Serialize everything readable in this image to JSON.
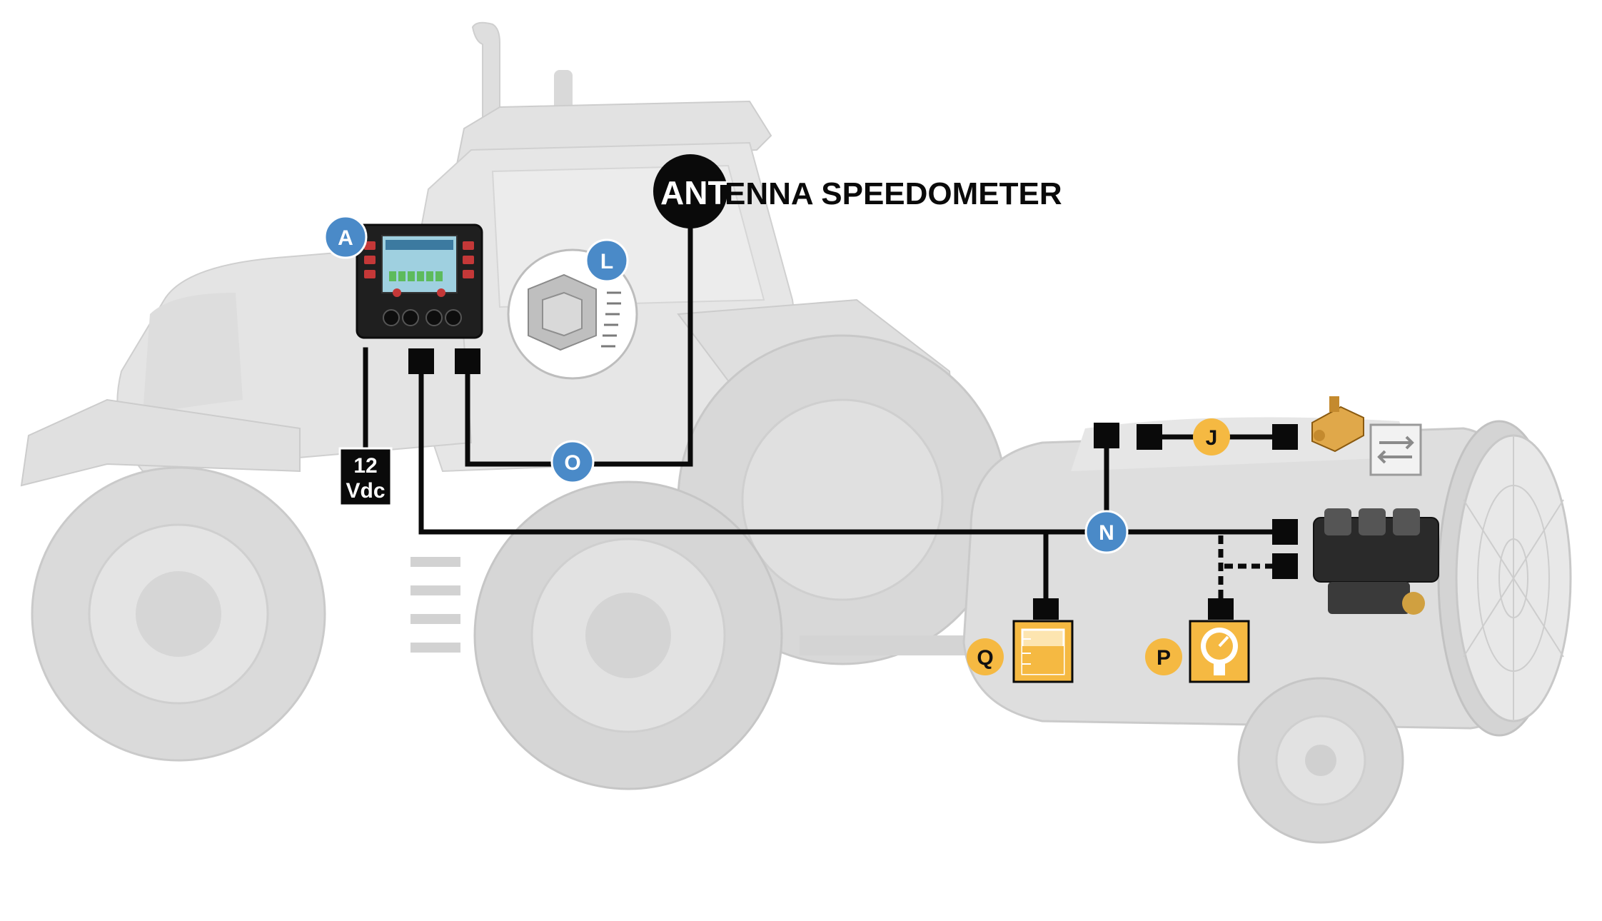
{
  "diagram": {
    "antenna_label_part1": "ANT",
    "antenna_label_part2": "ENNA SPEEDOMETER",
    "power_line1": "12",
    "power_line2": "Vdc",
    "badges": {
      "A": "A",
      "L": "L",
      "O": "O",
      "N": "N",
      "J": "J",
      "Q": "Q",
      "P": "P"
    }
  },
  "colors": {
    "blue_badge": "#4a8ac8",
    "orange_badge": "#f5b942",
    "cable": "#0a0a0a",
    "machine_gray": "#dcdcdc",
    "accent_gold": "#e0a84a"
  }
}
